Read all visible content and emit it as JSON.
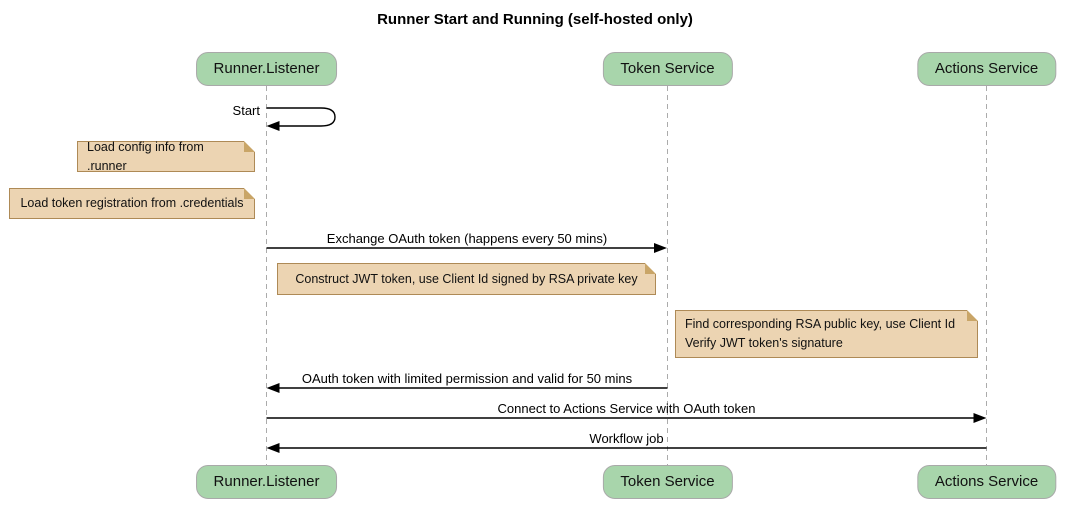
{
  "title": "Runner Start and Running (self-hosted only)",
  "actors": [
    {
      "name": "Runner.Listener"
    },
    {
      "name": "Token Service"
    },
    {
      "name": "Actions Service"
    }
  ],
  "messages": {
    "start": {
      "label": "Start",
      "from": "Runner.Listener",
      "to": "Runner.Listener",
      "type": "self"
    },
    "exchange": {
      "label": "Exchange OAuth token (happens every 50 mins)",
      "from": "Runner.Listener",
      "to": "Token Service"
    },
    "oauth_return": {
      "label": "OAuth token with limited permission and valid for 50 mins",
      "from": "Token Service",
      "to": "Runner.Listener"
    },
    "connect": {
      "label": "Connect to Actions Service with OAuth token",
      "from": "Runner.Listener",
      "to": "Actions Service"
    },
    "workflow": {
      "label": "Workflow job",
      "from": "Actions Service",
      "to": "Runner.Listener"
    }
  },
  "notes": [
    {
      "text": "Load config info from .runner",
      "position": "left of Runner.Listener"
    },
    {
      "text": "Load token registration from .credentials",
      "position": "left of Runner.Listener"
    },
    {
      "text": "Construct JWT token, use Client Id signed by RSA private key",
      "position": "between Runner.Listener and Token Service"
    },
    {
      "text": "Find corresponding RSA public key, use Client Id\nVerify JWT token's signature",
      "position": "left of Actions Service"
    }
  ],
  "colors": {
    "actor_fill": "#A8D5AB",
    "actor_border": "#A9A9A9",
    "note_fill": "#ECD4B2",
    "note_border": "#AE8A56",
    "lifeline": "#ABABAB",
    "arrow": "#000000",
    "background": "#FFFFFF"
  }
}
